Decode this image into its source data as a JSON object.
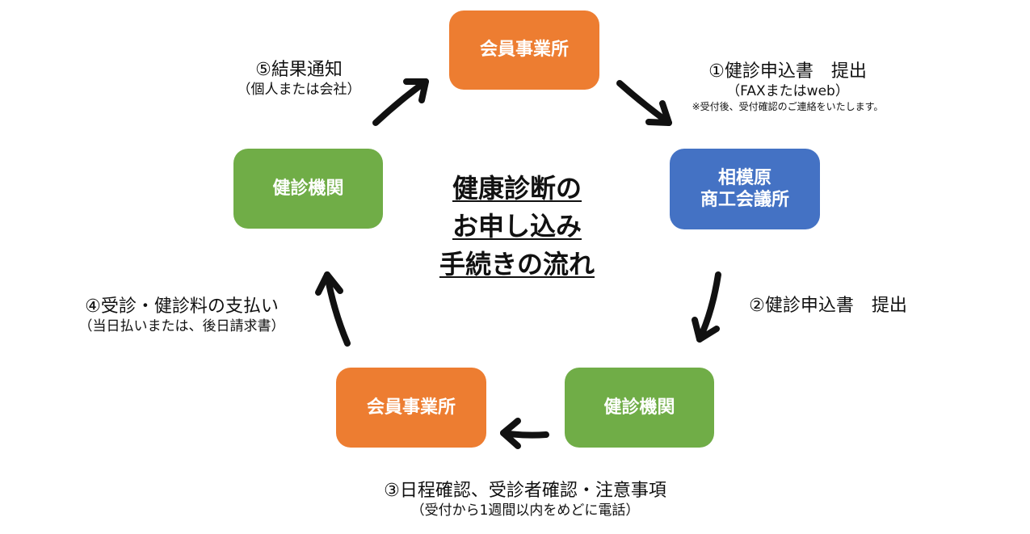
{
  "colors": {
    "orange": "#ED7D31",
    "blue": "#4472C4",
    "green": "#70AD47",
    "arrow": "#111111"
  },
  "title": {
    "lines": [
      "健康診断の",
      "お申し込み",
      "手続きの流れ"
    ]
  },
  "nodes": {
    "member_top": {
      "label": "会員事業所"
    },
    "chamber": {
      "line1": "相模原",
      "line2": "商工会議所"
    },
    "institution_right": {
      "label": "健診機関"
    },
    "member_bottom": {
      "label": "会員事業所"
    },
    "institution_left": {
      "label": "健診機関"
    }
  },
  "steps": {
    "step1": {
      "main": "①健診申込書　提出",
      "sub": "（FAXまたはweb）",
      "note": "※受付後、受付確認のご連絡をいたします。"
    },
    "step2": {
      "main": "②健診申込書　提出"
    },
    "step3": {
      "main": "③日程確認、受診者確認・注意事項",
      "sub": "（受付から1週間以内をめどに電話）"
    },
    "step4": {
      "main": "④受診・健診料の支払い",
      "sub": "（当日払いまたは、後日請求書）"
    },
    "step5": {
      "main": "⑤結果通知",
      "sub": "（個人または会社）"
    }
  }
}
